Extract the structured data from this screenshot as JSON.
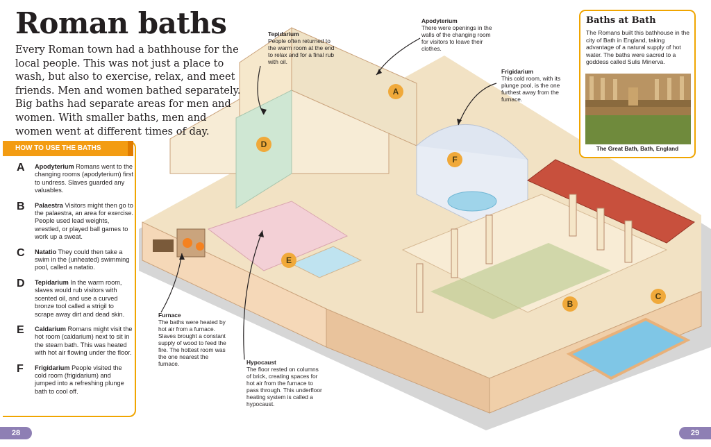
{
  "title": "Roman baths",
  "intro": "Every Roman town had a bathhouse for the local people. This was not just a place to wash, but also to exercise, relax, and meet friends. Men and women bathed separately. Big baths had separate areas for men and women. With smaller baths, men and women went at different times of day.",
  "howto": {
    "header": "HOW TO USE THE BATHS",
    "steps": [
      {
        "letter": "A",
        "term": "Apodyterium",
        "text": "Romans went to the changing rooms (apodyterium) first to undress. Slaves guarded any valuables."
      },
      {
        "letter": "B",
        "term": "Palaestra",
        "text": "Visitors might then go to the palaestra, an area for exercise. People used lead weights, wrestled, or played ball games to work up a sweat."
      },
      {
        "letter": "C",
        "term": "Natatio",
        "text": "They could then take a swim in the (unheated) swimming pool, called a natatio."
      },
      {
        "letter": "D",
        "term": "Tepidarium",
        "text": "In the warm room, slaves would rub visitors with scented oil, and use a curved bronze tool called a strigil to scrape away dirt and dead skin."
      },
      {
        "letter": "E",
        "term": "Caldarium",
        "text": "Romans might visit the hot room (caldarium) next to sit in the steam bath. This was heated with hot air flowing under the floor."
      },
      {
        "letter": "F",
        "term": "Frigidarium",
        "text": "People visited the cold room (frigidarium) and jumped into a refreshing plunge bath to cool off."
      }
    ]
  },
  "bathbox": {
    "title": "Baths at Bath",
    "text": "The Romans built this bathhouse in the city of Bath in England, taking advantage of a natural supply of hot water. The baths were sacred to a goddess called Sulis Minerva.",
    "caption": "The Great Bath, Bath, England"
  },
  "callouts": {
    "tepidarium": {
      "title": "Tepidarium",
      "text": "People often returned to the warm room at the end to relax and for a final rub with oil."
    },
    "apodyterium": {
      "title": "Apodyterium",
      "text": "There were openings in the walls of the changing room for visitors to leave their clothes."
    },
    "frigidarium": {
      "title": "Frigidarium",
      "text": "This cold room, with its plunge pool, is the one furthest away from the furnace."
    },
    "furnace": {
      "title": "Furnace",
      "text": "The baths were heated by hot air from a furnace. Slaves brought a constant supply of wood to feed the fire. The hottest room was the one nearest the furnace."
    },
    "hypocaust": {
      "title": "Hypocaust",
      "text": "The floor rested on columns of brick, creating spaces for hot air from the furnace to pass through. This underfloor heating system is called a hypocaust."
    }
  },
  "markers": [
    "A",
    "B",
    "C",
    "D",
    "E",
    "F"
  ],
  "pages": {
    "left": "28",
    "right": "29"
  },
  "colors": {
    "accent": "#f39c12",
    "page_tab": "#8e7fb4",
    "marker": "#f0a93a"
  }
}
